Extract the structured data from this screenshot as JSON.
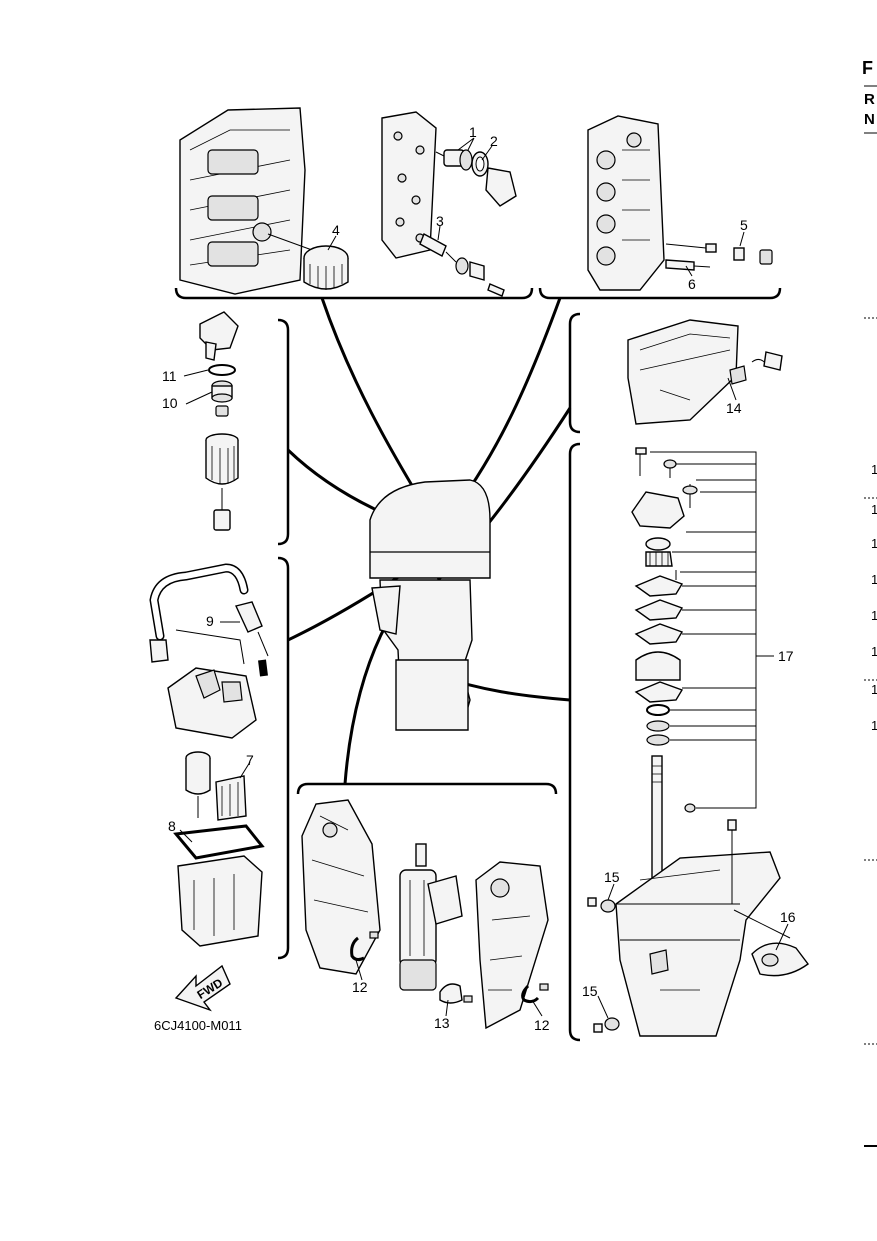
{
  "edge_header": {
    "letter": "F",
    "line1": "R",
    "line2": "N"
  },
  "callouts": [
    {
      "id": "1",
      "text": "1"
    },
    {
      "id": "2",
      "text": "2"
    },
    {
      "id": "3",
      "text": "3"
    },
    {
      "id": "4",
      "text": "4"
    },
    {
      "id": "5",
      "text": "5"
    },
    {
      "id": "6",
      "text": "6"
    },
    {
      "id": "7",
      "text": "7"
    },
    {
      "id": "8",
      "text": "8"
    },
    {
      "id": "9",
      "text": "9"
    },
    {
      "id": "10",
      "text": "10"
    },
    {
      "id": "11",
      "text": "11"
    },
    {
      "id": "12a",
      "text": "12"
    },
    {
      "id": "12b",
      "text": "12"
    },
    {
      "id": "13",
      "text": "13"
    },
    {
      "id": "14",
      "text": "14"
    },
    {
      "id": "15a",
      "text": "15"
    },
    {
      "id": "15b",
      "text": "15"
    },
    {
      "id": "16",
      "text": "16"
    },
    {
      "id": "17",
      "text": "17"
    }
  ],
  "fwd_label": "FWD",
  "drawing_code": "6CJ4100-M011",
  "margin_digits": [
    "1",
    "1",
    "1",
    "1",
    "1",
    "1",
    "1",
    "1"
  ]
}
